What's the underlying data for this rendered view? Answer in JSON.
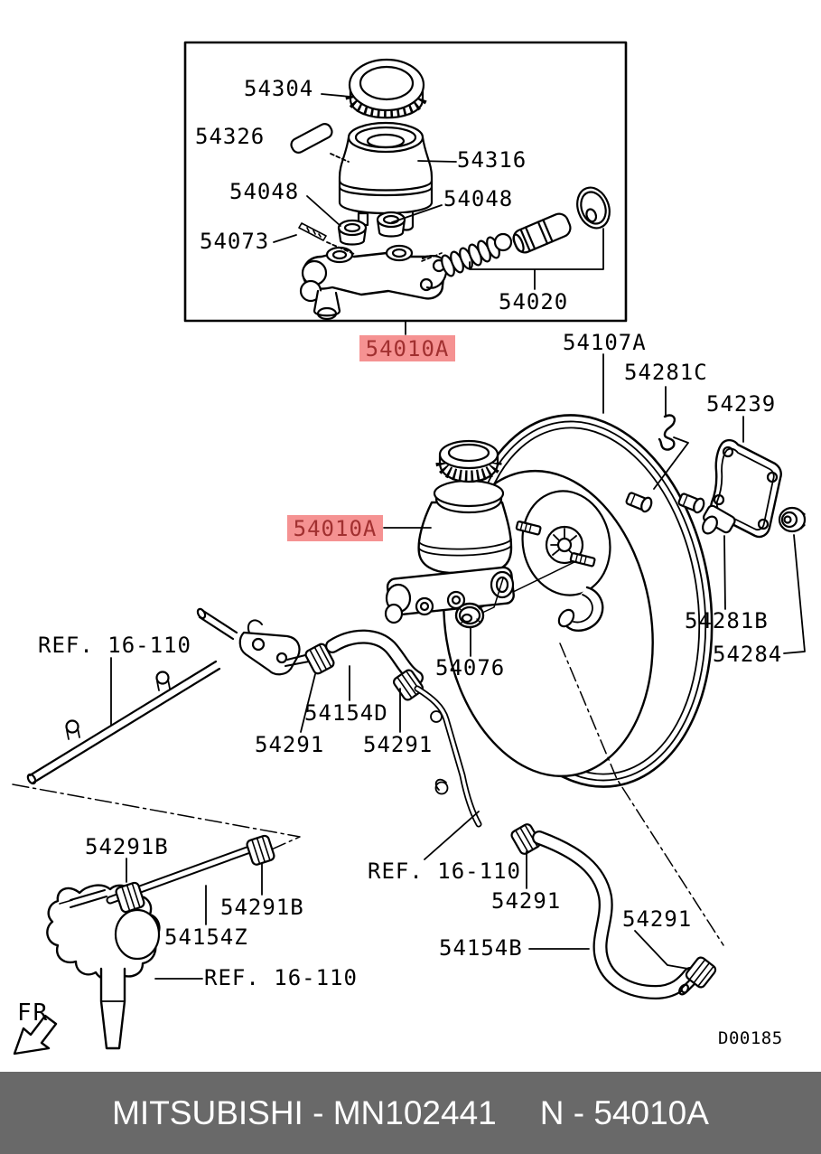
{
  "colors": {
    "highlight_bg": "#f59292",
    "highlight_text": "#a13030",
    "footer_bg": "#696969"
  },
  "footer": {
    "left": "MITSUBISHI - MN102441",
    "right": "N - 54010A"
  },
  "drawing_code": "D00185",
  "direction_label": "FR",
  "labels": {
    "p54304": {
      "text": "54304"
    },
    "p54326": {
      "text": "54326"
    },
    "p54316": {
      "text": "54316"
    },
    "p54048_left": {
      "text": "54048"
    },
    "p54048_right": {
      "text": "54048"
    },
    "p54073": {
      "text": "54073"
    },
    "p54020": {
      "text": "54020"
    },
    "p54010a_box": {
      "text": "54010A"
    },
    "p54107a": {
      "text": "54107A"
    },
    "p54281c": {
      "text": "54281C"
    },
    "p54239": {
      "text": "54239"
    },
    "p54010a_assy": {
      "text": "54010A"
    },
    "p54281b": {
      "text": "54281B"
    },
    "p54284": {
      "text": "54284"
    },
    "p54076": {
      "text": "54076"
    },
    "ref_pipe_left": {
      "text": "REF. 16-110"
    },
    "p54154d": {
      "text": "54154D"
    },
    "p54291_1": {
      "text": "54291"
    },
    "p54291_2": {
      "text": "54291"
    },
    "ref_pipe_mid": {
      "text": "REF. 16-110"
    },
    "p54291_3": {
      "text": "54291"
    },
    "p54154b": {
      "text": "54154B"
    },
    "p54291_4": {
      "text": "54291"
    },
    "p54291b_1": {
      "text": "54291B"
    },
    "p54291b_2": {
      "text": "54291B"
    },
    "p54154z": {
      "text": "54154Z"
    },
    "ref_pump": {
      "text": "REF. 16-110"
    }
  }
}
